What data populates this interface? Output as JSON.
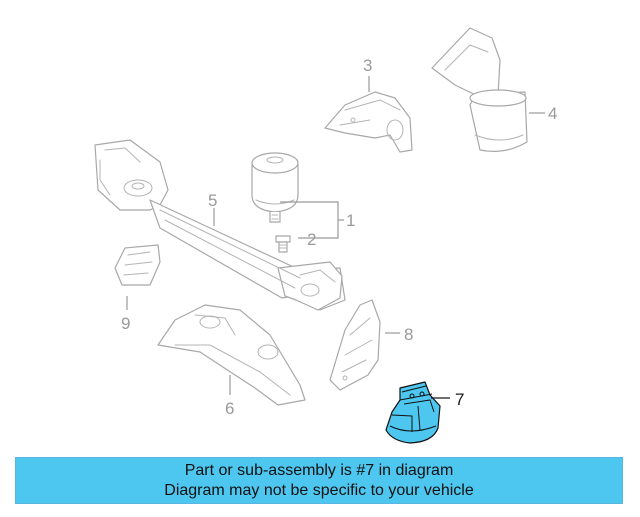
{
  "diagram": {
    "callouts": {
      "c1": "1",
      "c2": "2",
      "c3": "3",
      "c4": "4",
      "c5": "5",
      "c6": "6",
      "c7": "7",
      "c8": "8",
      "c9": "9"
    },
    "highlighted_part": "7"
  },
  "colors": {
    "highlight_fill": "#4ec7f0",
    "banner_background": "#4ec7f0",
    "line_gray": "#a8a8a8"
  },
  "banner": {
    "line1": "Part or sub-assembly is #7 in diagram",
    "line2": "Diagram may not be specific to your vehicle"
  }
}
